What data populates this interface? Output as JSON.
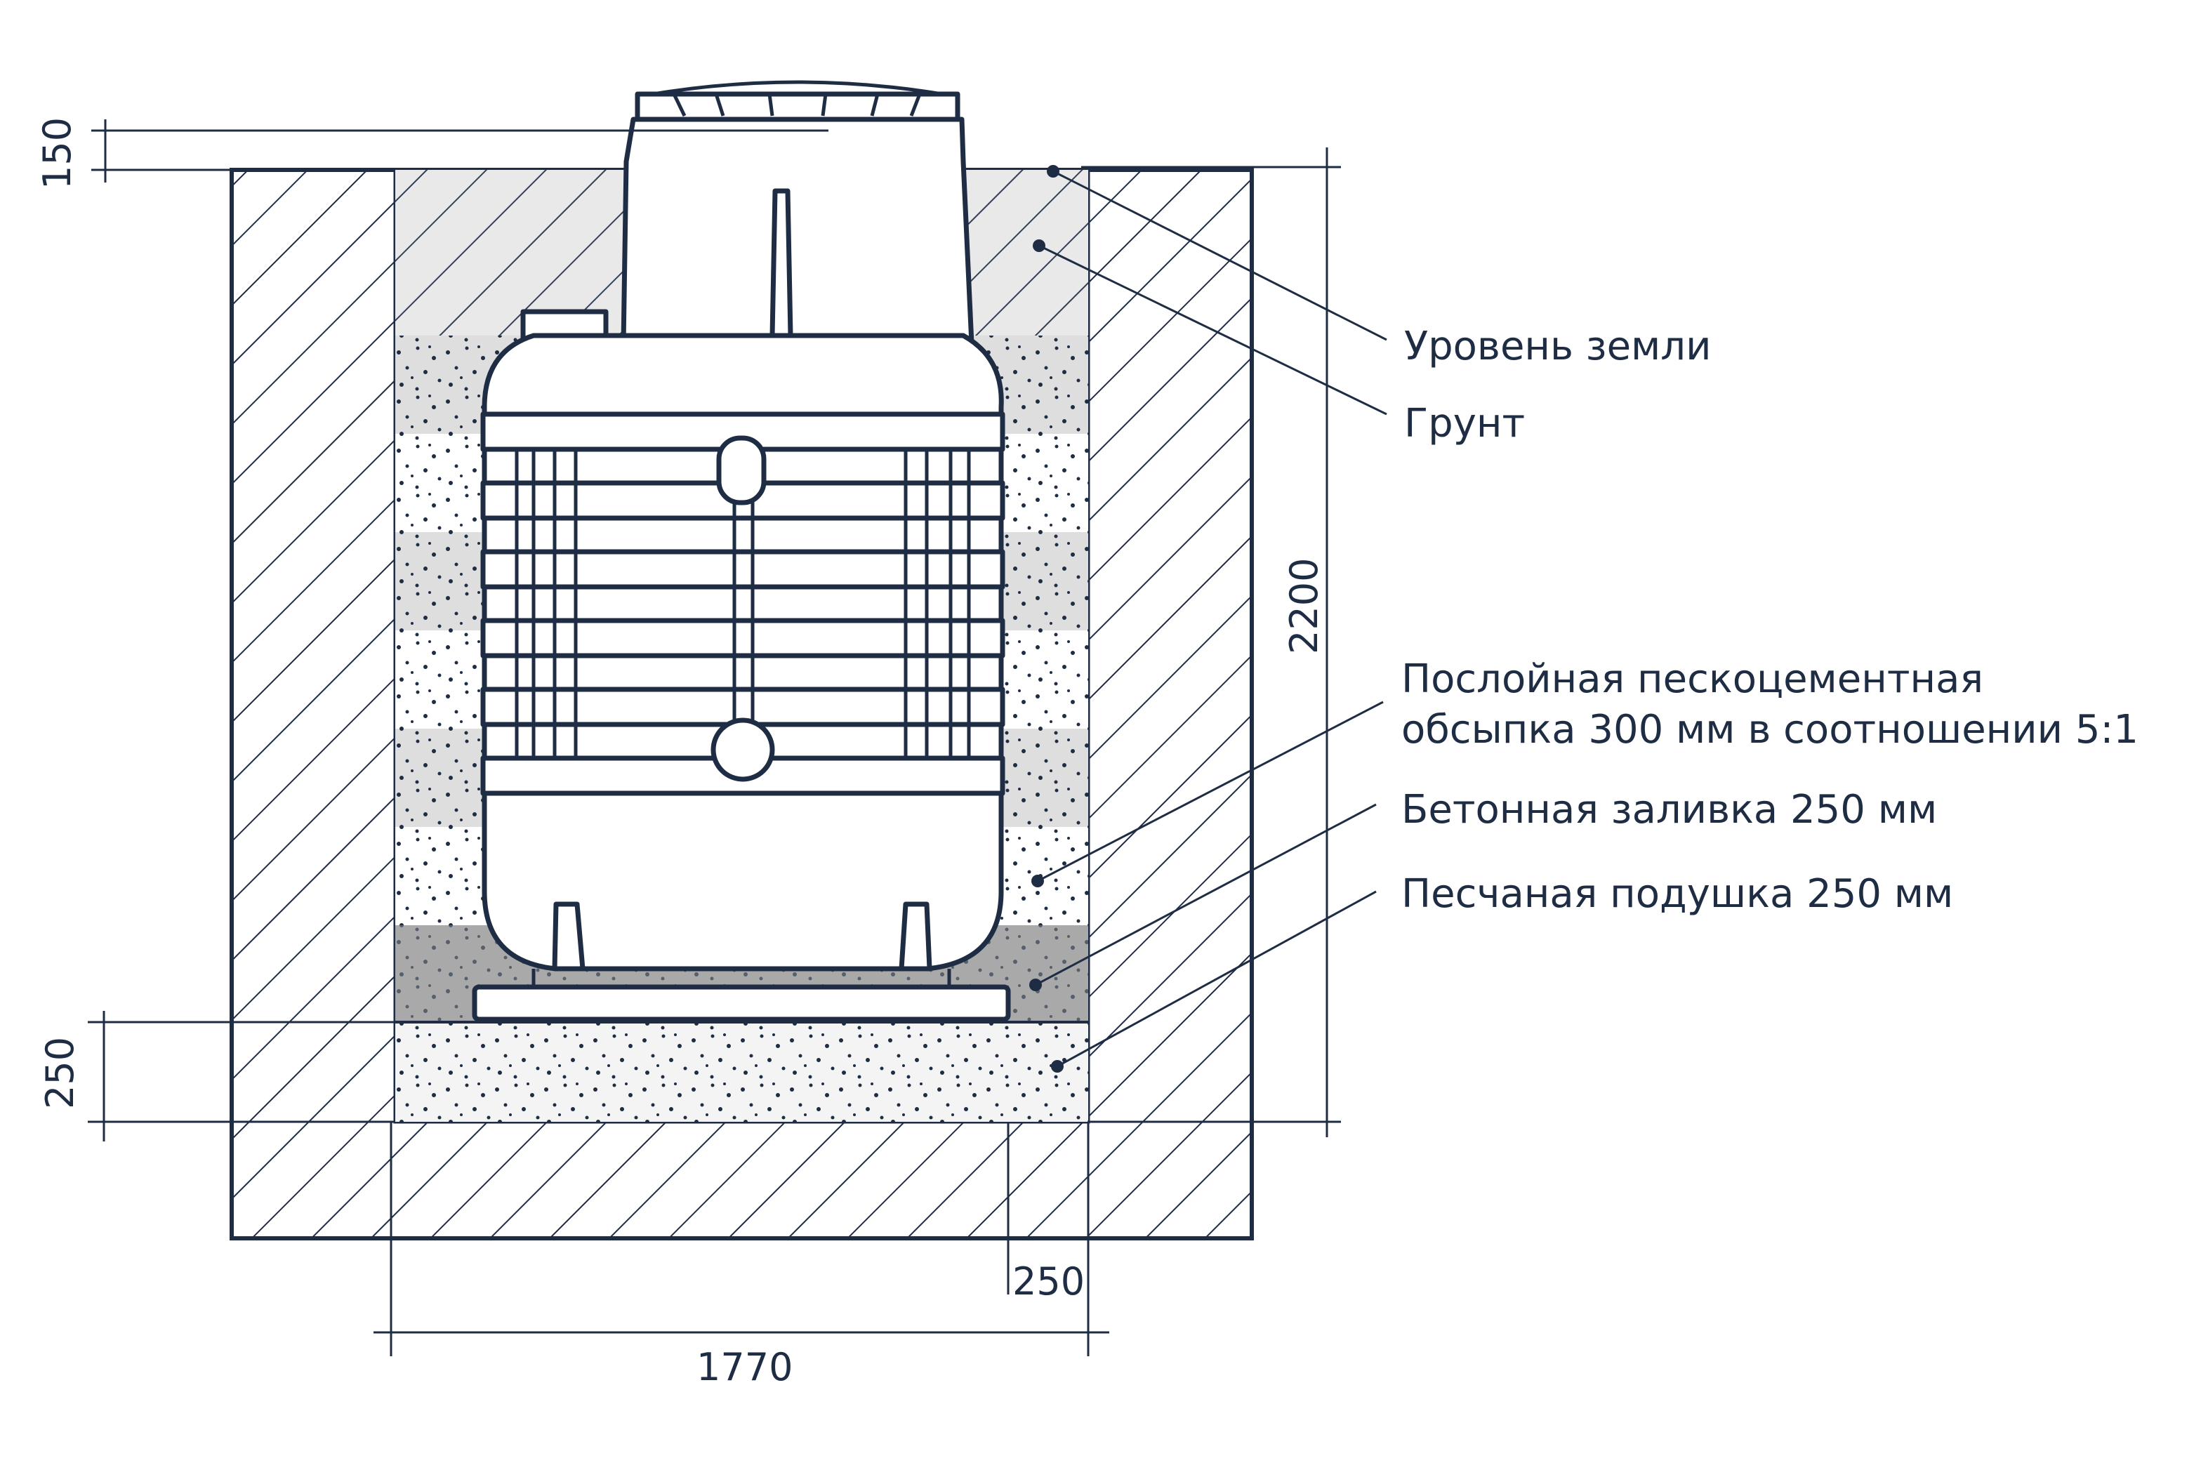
{
  "colors": {
    "line": "#1f2d44",
    "soil_fill": "#e9e9e9",
    "sand_cement_fill": "#dedede",
    "concrete_fill": "#a9a9a9",
    "sand_fill": "#f4f4f4",
    "background": "#ffffff"
  },
  "labels": {
    "ground_level": "Уровень земли",
    "soil": "Грунт",
    "backfill_line1": "Послойная пескоцементная",
    "backfill_line2": "обсыпка 300 мм в соотношении 5:1",
    "concrete": "Бетонная заливка 250 мм",
    "sand_cushion": "Песчаная подушка 250 мм"
  },
  "dimensions": {
    "top_offset": "150",
    "total_height": "2200",
    "cushion_height": "250",
    "side_gap": "250",
    "pit_width": "1770"
  }
}
